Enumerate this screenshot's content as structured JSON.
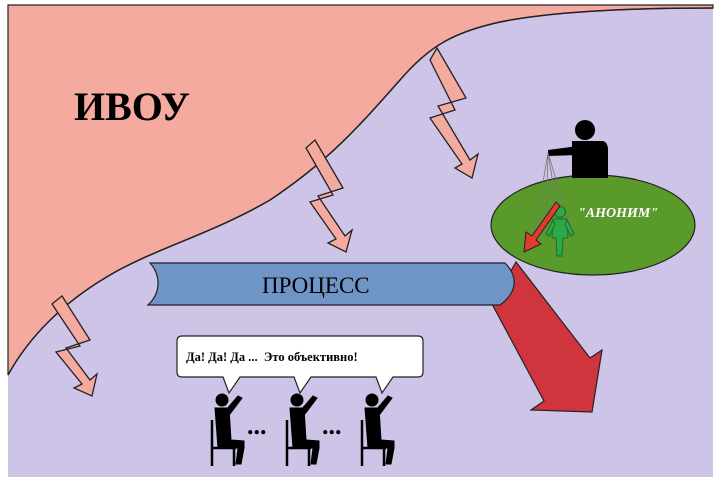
{
  "slide": {
    "organization_label": "ИВОУ",
    "process_label": "ПРОЦЕСС",
    "anonymous_label": "\"АНОНИМ\"",
    "speech_text": "Да! Да! Да ...  Это объективно!",
    "ellipsis_1": "...",
    "ellipsis_2": "..."
  },
  "colors": {
    "organization_area": "#f5aaa0",
    "background_area": "#cec4e8",
    "process_banner": "#6f94c6",
    "big_arrow": "#d0353e",
    "anonymous_ellipse": "#5a9a2a",
    "puppet_figure": "#2fa84a",
    "small_red_arrow": "#e23b2e",
    "silhouette": "#000000"
  }
}
